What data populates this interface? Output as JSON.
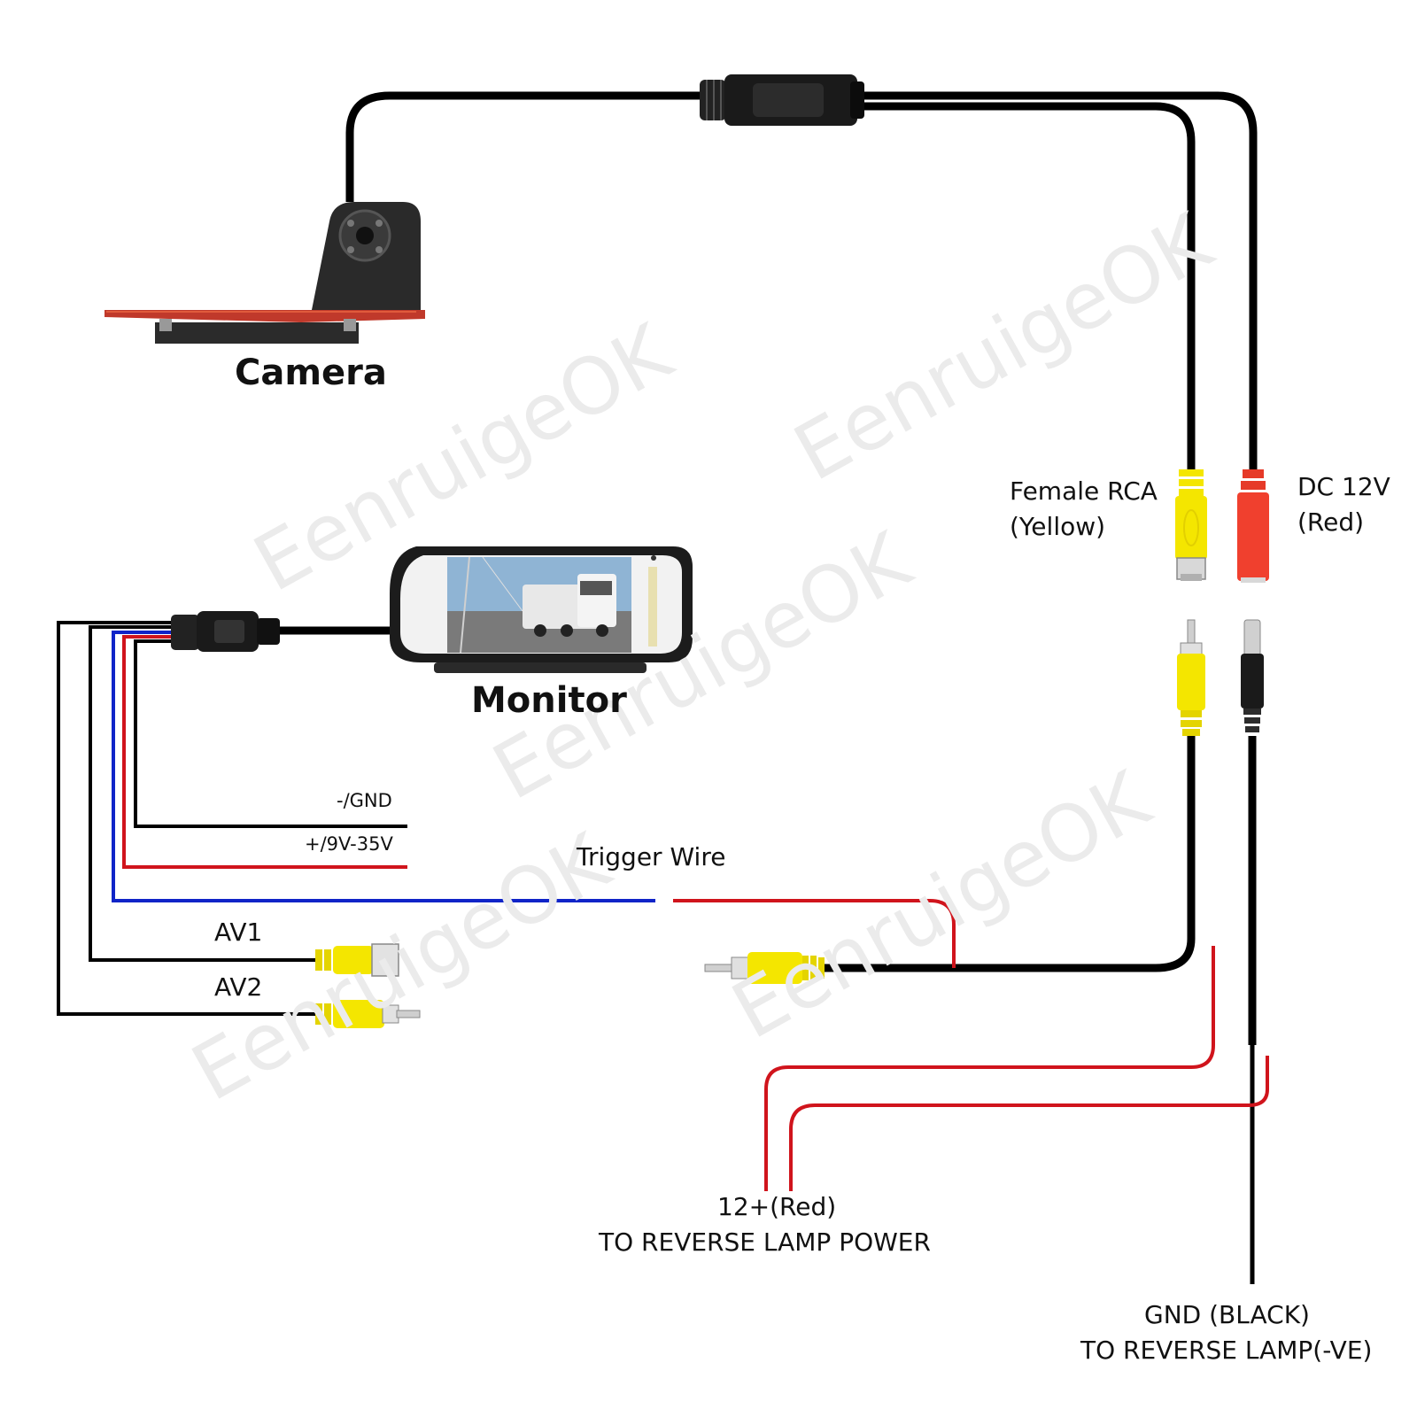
{
  "watermark": "EenruigeOK",
  "labels": {
    "camera": "Camera",
    "monitor": "Monitor",
    "female_rca_line1": "Female RCA",
    "female_rca_line2": "(Yellow)",
    "dc12v_line1": "DC 12V",
    "dc12v_line2": "(Red)",
    "gnd_minus": "-/GND",
    "power_range": "+/9V-35V",
    "trigger_wire": "Trigger Wire",
    "av1": "AV1",
    "av2": "AV2",
    "reverse_power_line1": "12+(Red)",
    "reverse_power_line2": "TO REVERSE LAMP POWER",
    "reverse_gnd_line1": "GND (BLACK)",
    "reverse_gnd_line2": "TO REVERSE LAMP(-VE)"
  },
  "colors": {
    "black_wire": "#000000",
    "red_wire": "#d0141c",
    "blue_wire": "#1024c8",
    "rca_yellow": "#f4e600",
    "dc_red": "#f0402e",
    "camera_housing": "#c0392b"
  }
}
